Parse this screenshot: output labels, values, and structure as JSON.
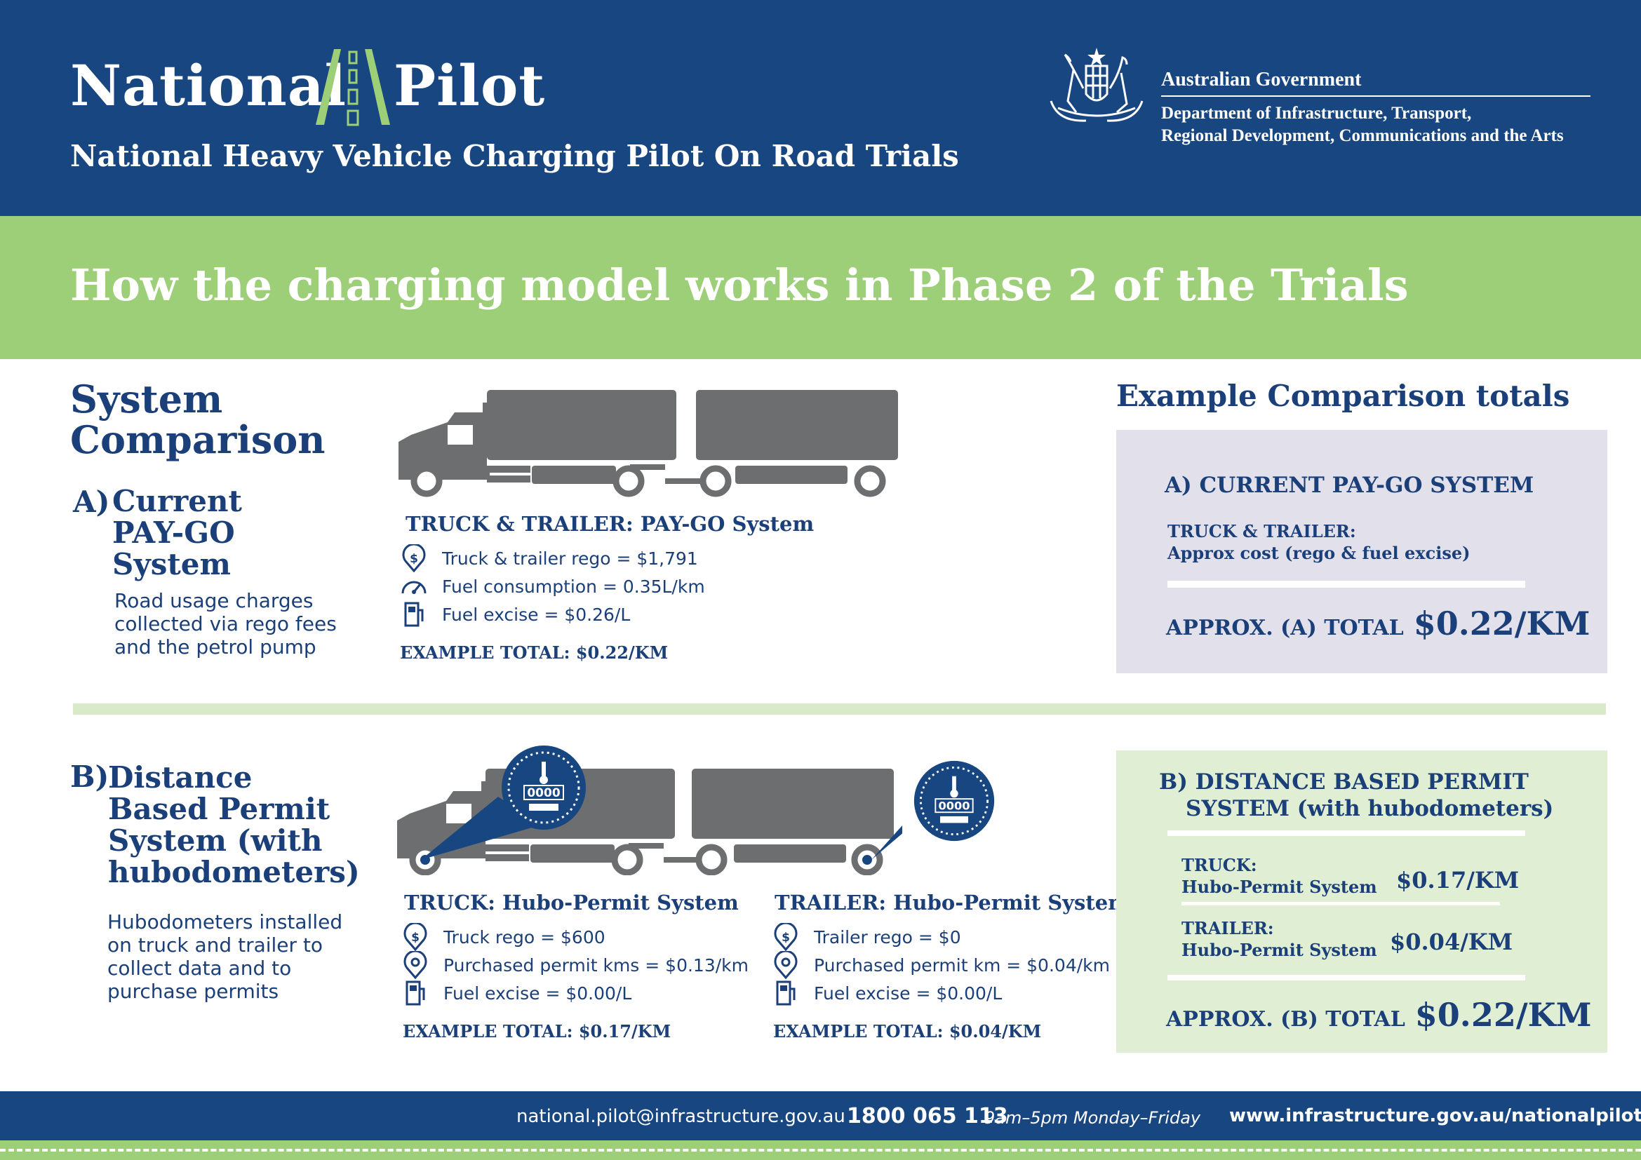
{
  "header": {
    "logo_word_1": "National",
    "logo_word_2": "Pilot",
    "subtitle": "National Heavy Vehicle Charging Pilot On Road Trials",
    "gov_name": "Australian Government",
    "dept_line1": "Department of Infrastructure, Transport,",
    "dept_line2": "Regional Development, Communications and the Arts"
  },
  "banner": {
    "title": "How the charging model works in Phase 2 of the Trials"
  },
  "left": {
    "system_title_1": "System",
    "system_title_2": "Comparison",
    "a_letter": "A)",
    "a_title_1": "Current",
    "a_title_2": "PAY-GO",
    "a_title_3": "System",
    "a_desc_1": "Road usage charges",
    "a_desc_2": "collected via rego fees",
    "a_desc_3": "and the petrol pump",
    "b_letter": "B)",
    "b_title_1": "Distance",
    "b_title_2": "Based Permit",
    "b_title_3": "System (with",
    "b_title_4": "hubodometers)",
    "b_desc_1": "Hubodometers installed",
    "b_desc_2": "on truck and trailer to",
    "b_desc_3": "collect data and to",
    "b_desc_4": "purchase permits"
  },
  "payg": {
    "heading": "TRUCK & TRAILER: PAY-GO System",
    "items": [
      {
        "icon": "dollar-pin-icon",
        "text": "Truck & trailer rego = $1,791"
      },
      {
        "icon": "gauge-icon",
        "text": "Fuel consumption = 0.35L/km"
      },
      {
        "icon": "fuel-pump-icon",
        "text": "Fuel excise = $0.26/L"
      }
    ],
    "total": "EXAMPLE TOTAL: $0.22/KM"
  },
  "hubodometer_reading": "0000",
  "truck_b": {
    "heading": "TRUCK: Hubo-Permit System",
    "items": [
      {
        "icon": "dollar-pin-icon",
        "text": "Truck rego = $600"
      },
      {
        "icon": "location-pin-icon",
        "text": "Purchased permit kms = $0.13/km"
      },
      {
        "icon": "fuel-pump-icon",
        "text": "Fuel excise = $0.00/L"
      }
    ],
    "total": "EXAMPLE TOTAL: $0.17/KM"
  },
  "trailer_b": {
    "heading": "TRAILER: Hubo-Permit System",
    "items": [
      {
        "icon": "dollar-pin-icon",
        "text": "Trailer rego = $0"
      },
      {
        "icon": "location-pin-icon",
        "text": "Purchased permit km = $0.04/km"
      },
      {
        "icon": "fuel-pump-icon",
        "text": "Fuel excise = $0.00/L"
      }
    ],
    "total": "EXAMPLE TOTAL: $0.04/KM"
  },
  "totals": {
    "title": "Example Comparison totals",
    "a_head": "A) CURRENT PAY-GO SYSTEM",
    "a_sub_1": "TRUCK & TRAILER:",
    "a_sub_2": "Approx cost (rego & fuel excise)",
    "a_approx_label": "APPROX. (A) TOTAL",
    "a_approx_value": "$0.22/KM",
    "b_head_1": "B) DISTANCE BASED PERMIT",
    "b_head_2": "SYSTEM (with hubodometers)",
    "b_truck_1": "TRUCK:",
    "b_truck_2": "Hubo-Permit System",
    "b_truck_rate": "$0.17/KM",
    "b_trailer_1": "TRAILER:",
    "b_trailer_2": "Hubo-Permit System",
    "b_trailer_rate": "$0.04/KM",
    "b_approx_label": "APPROX. (B) TOTAL",
    "b_approx_value": "$0.22/KM"
  },
  "footer": {
    "email": "national.pilot@infrastructure.gov.au",
    "phone": "1800 065 113",
    "hours": "9am–5pm Monday–Friday",
    "website": "www.infrastructure.gov.au/nationalpilot"
  },
  "colors": {
    "navy": "#184681",
    "green": "#9dce78",
    "light_green": "#e0efd4",
    "lavender": "#e2e1eb",
    "truck_grey": "#6d6e70"
  }
}
